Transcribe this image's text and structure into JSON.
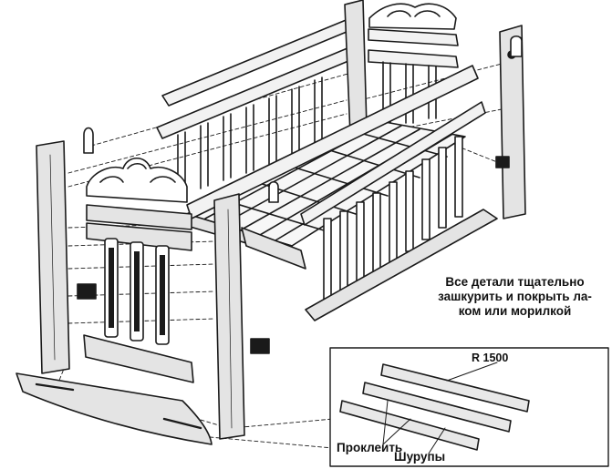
{
  "note": {
    "lines": [
      "Все детали тщательно",
      "зашкурить и покрыть ла-",
      "ком или морилкой"
    ]
  },
  "inset": {
    "radius_label": "R 1500",
    "glue_label": "Проклеить",
    "screws_label": "Шурупы"
  },
  "colors": {
    "ink": "#1a1a1a",
    "wood": "#e4e4e4",
    "background": "#ffffff"
  }
}
